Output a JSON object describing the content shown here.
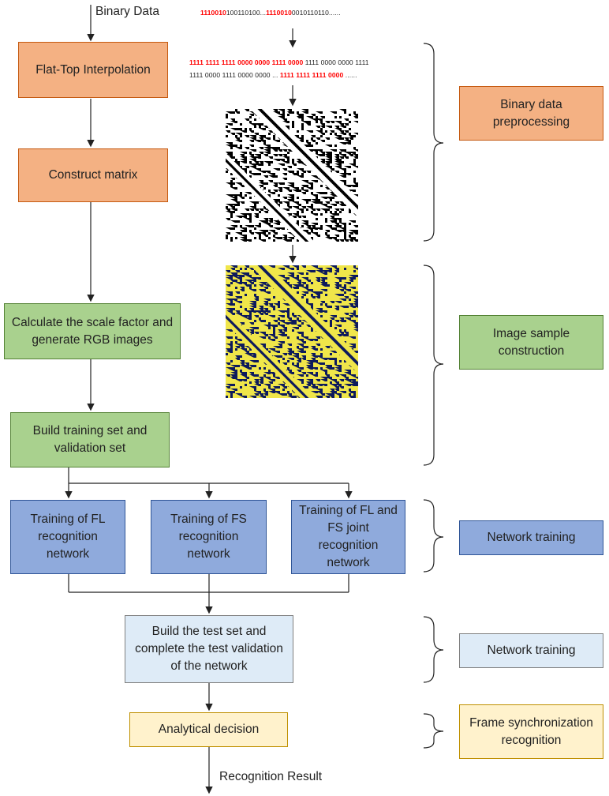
{
  "input_label": "Binary Data",
  "output_label": "Recognition Result",
  "bits_line1": [
    {
      "t": "1110010",
      "red": true
    },
    {
      "t": "100110100...",
      "red": false
    },
    {
      "t": "1110010",
      "red": true
    },
    {
      "t": "0010110110......",
      "red": false
    }
  ],
  "bits_line2": [
    {
      "t": "1111 1111 1111 0000 0000 1111 0000",
      "red": true
    },
    {
      "t": " 1111 0000 0000 1111",
      "red": false
    }
  ],
  "bits_line3": [
    {
      "t": "1111 0000 1111 0000 0000 ... ",
      "red": false
    },
    {
      "t": "1111 1111 1111 0000",
      "red": true
    },
    {
      "t": " ......",
      "red": false
    }
  ],
  "steps": {
    "flat_top": "Flat-Top Interpolation",
    "construct": "Construct matrix",
    "scale": "Calculate the scale factor and generate RGB images",
    "build_train": "Build training set and validation set",
    "train_fl": "Training of FL recognition network",
    "train_fs": "Training of FS recognition network",
    "train_joint": "Training of FL and FS joint recognition network",
    "test": "Build the test set and complete the test validation of the network",
    "decision": "Analytical decision"
  },
  "stages": {
    "preprocess": "Binary data preprocessing",
    "sample": "Image sample construction",
    "training": "Network training",
    "training2": "Network training",
    "sync": "Frame synchronization recognition"
  },
  "colors": {
    "orange": "#f4b183",
    "green": "#a9d18e",
    "blue": "#8faadc",
    "light_blue": "#deebf7",
    "yellow": "#fff2cc",
    "highlight": "#ff0000",
    "rgb_dark": "#0d1a5c",
    "rgb_light": "#f0e64a"
  }
}
